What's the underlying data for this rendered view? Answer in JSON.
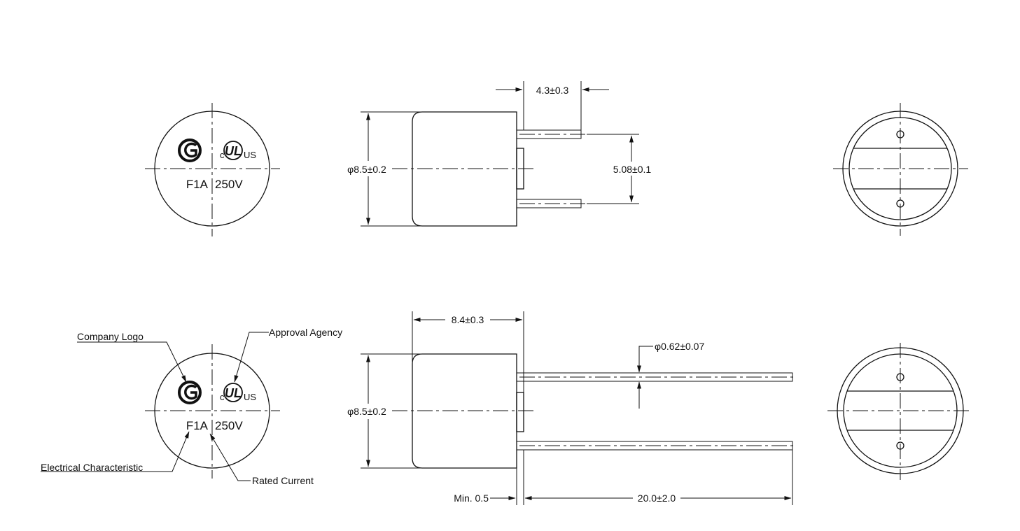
{
  "colors": {
    "line": "#111111",
    "background": "#ffffff"
  },
  "icons": [
    "company-logo-icon",
    "ul-approval-icon"
  ],
  "markings": {
    "ul_prefix": "c",
    "ul_suffix": "US",
    "rating_current": "F1A",
    "rating_voltage": "250V"
  },
  "dimensions": {
    "lead_length_top": "4.3±0.3",
    "lead_spacing": "5.08±0.1",
    "diameter_top": "φ8.5±0.2",
    "body_length": "8.4±0.3",
    "lead_diameter": "φ0.62±0.07",
    "diameter_bottom": "φ8.5±0.2",
    "standoff": "Min. 0.5",
    "lead_length_bottom": "20.0±2.0"
  },
  "callouts": {
    "company_logo": "Company Logo",
    "approval_agency": "Approval Agency",
    "electrical_characteristic": "Electrical Characteristic",
    "rated_current": "Rated Current"
  }
}
